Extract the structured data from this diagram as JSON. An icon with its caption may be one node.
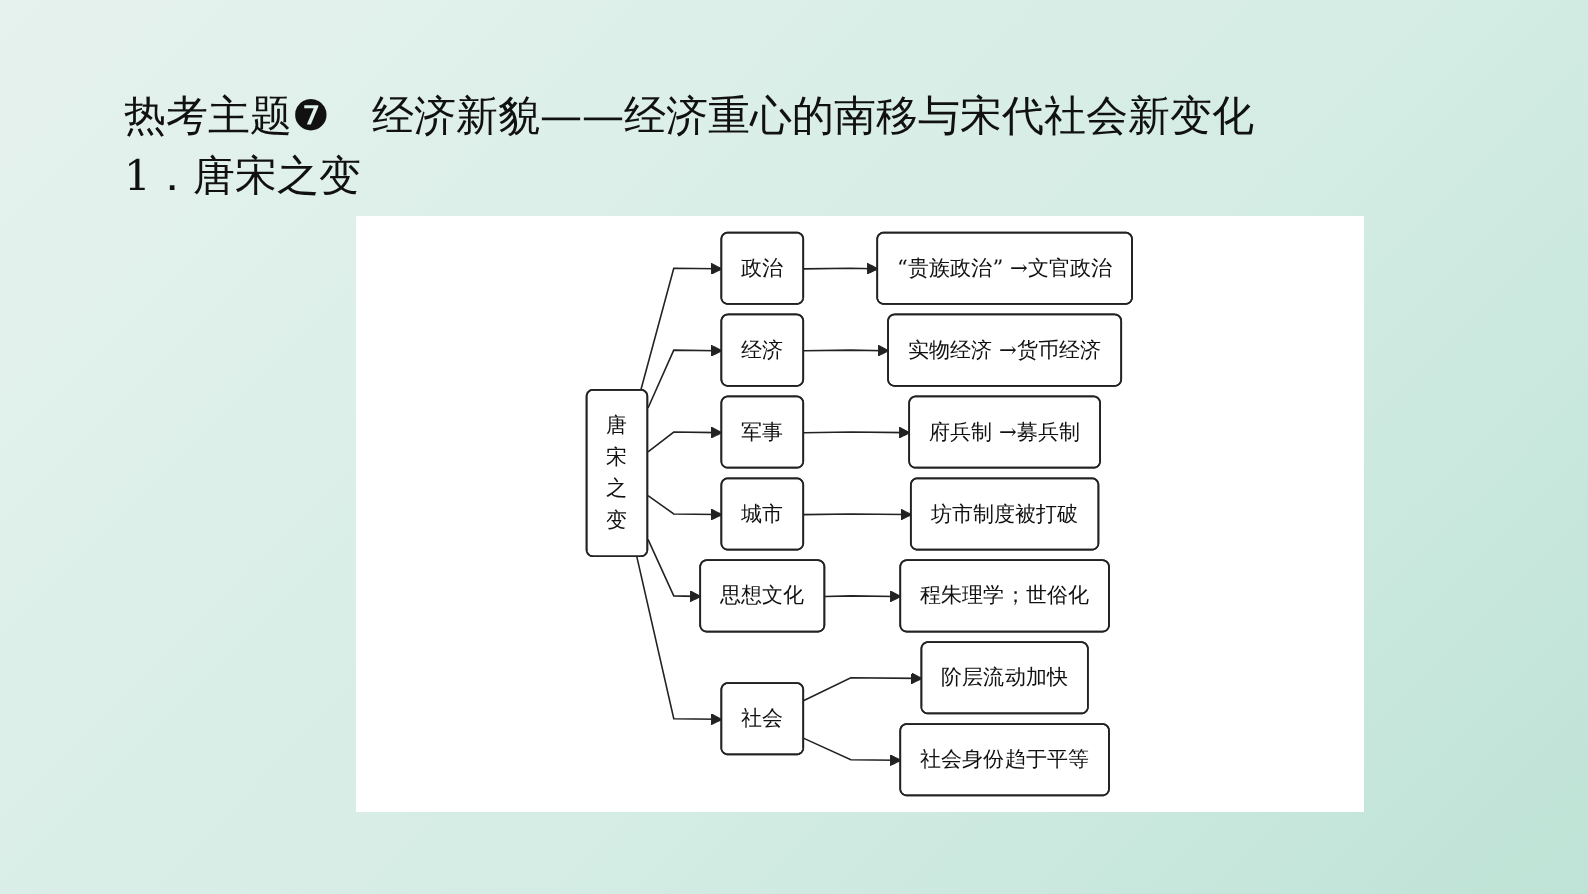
{
  "diagram": {
    "title": "热考主题❼　经济新貌——经济重心的南移与宋代社会新变化",
    "nodes": [
      {
        "text": [
          "唐宋之变"
        ]
      },
      {
        "text": [
          "政治"
        ]
      },
      {
        "text": [
          "“贵族政治” →文官政治"
        ]
      },
      {
        "text": [
          "经济"
        ]
      },
      {
        "text": [
          "实物经济 →货币经济"
        ]
      },
      {
        "text": [
          "军事"
        ]
      },
      {
        "text": [
          "府兵制 →募兵制"
        ]
      },
      {
        "text": [
          "城市"
        ]
      },
      {
        "text": [
          "坊市制度被打破"
        ]
      },
      {
        "text": [
          "思想文化"
        ]
      },
      {
        "text": [
          "程朱理学；世俗化"
        ]
      },
      {
        "text": [
          "社会"
        ]
      },
      {
        "text": [
          "阶层流动加快"
        ]
      },
      {
        "text": [
          "社会身份趋于平等"
        ]
      }
    ],
    "edges": [
      {
        "from": 0,
        "to": 1,
        "arrow": "to"
      },
      {
        "from": 1,
        "to": 2,
        "arrow": "to"
      },
      {
        "from": 0,
        "to": 3,
        "arrow": "to"
      },
      {
        "from": 3,
        "to": 4,
        "arrow": "to"
      },
      {
        "from": 0,
        "to": 5,
        "arrow": "to"
      },
      {
        "from": 5,
        "to": 6,
        "arrow": "to"
      },
      {
        "from": 0,
        "to": 7,
        "arrow": "to"
      },
      {
        "from": 7,
        "to": 8,
        "arrow": "to"
      },
      {
        "from": 0,
        "to": 9,
        "arrow": "to"
      },
      {
        "from": 9,
        "to": 10,
        "arrow": "to"
      },
      {
        "from": 0,
        "to": 11,
        "arrow": "to"
      },
      {
        "from": 11,
        "to": 12,
        "arrow": "to"
      },
      {
        "from": 11,
        "to": 13,
        "arrow": "to"
      }
    ],
    "labels": [
      "1．唐宋之变"
    ]
  }
}
